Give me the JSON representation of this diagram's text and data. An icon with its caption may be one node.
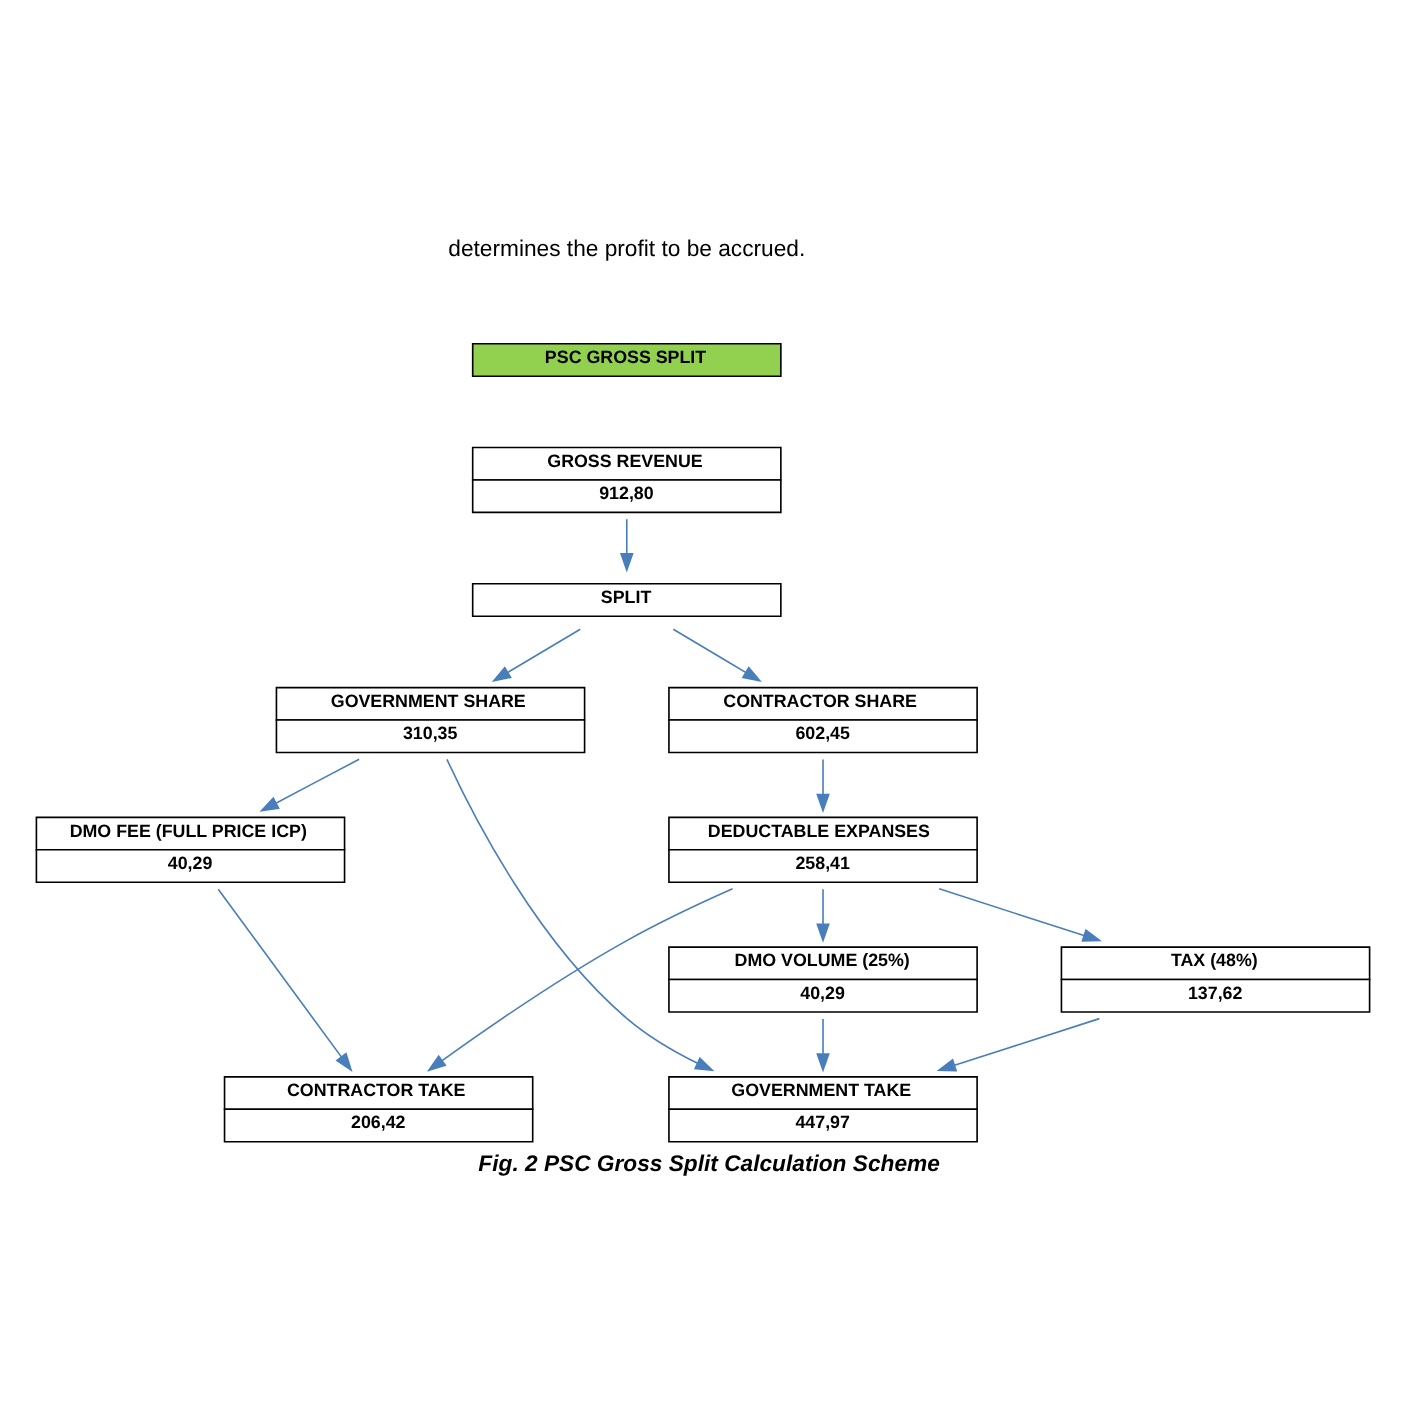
{
  "diagram": {
    "caption": "Fig. 2 PSC Gross Split Calculation Scheme",
    "nodes": [
      {
        "text": [
          "PSC GROSS SPLIT"
        ]
      },
      {
        "text": [
          "GROSS REVENUE",
          "912,80"
        ]
      },
      {
        "text": [
          "SPLIT"
        ]
      },
      {
        "text": [
          "GOVERNMENT SHARE",
          "310,35"
        ]
      },
      {
        "text": [
          "CONTRACTOR SHARE",
          "602,45"
        ]
      },
      {
        "text": [
          "DEDUCTABLE EXPANSES",
          "258,41"
        ]
      },
      {
        "text": [
          "DMO VOLUME (25%)",
          "40,29"
        ]
      },
      {
        "text": [
          "DMO FEE (FULL PRICE ICP)",
          "40,29"
        ]
      },
      {
        "text": [
          "TAX (48%)",
          "137,62"
        ]
      },
      {
        "text": [
          "GOVERNMENT TAKE",
          "447,97"
        ]
      },
      {
        "text": [
          "CONTRACTOR TAKE",
          "206,42"
        ]
      }
    ],
    "edges": [
      {
        "from": 1,
        "to": 2,
        "arrow": "to"
      },
      {
        "from": 2,
        "to": 3,
        "arrow": "to"
      },
      {
        "from": 2,
        "to": 4,
        "arrow": "to"
      },
      {
        "from": 4,
        "to": 5,
        "arrow": "to"
      },
      {
        "from": 3,
        "to": 9,
        "arrow": "to"
      },
      {
        "from": 5,
        "to": 10,
        "arrow": "to"
      },
      {
        "from": 5,
        "to": 6,
        "arrow": "to"
      },
      {
        "from": 6,
        "to": 9,
        "arrow": "to"
      },
      {
        "from": 3,
        "to": 7,
        "arrow": "to"
      },
      {
        "from": 7,
        "to": 10,
        "arrow": "to"
      },
      {
        "from": 5,
        "to": 8,
        "arrow": "to"
      },
      {
        "from": 8,
        "to": 9,
        "arrow": "to"
      }
    ],
    "labels": [
      "determines the profit to be accrued."
    ]
  }
}
